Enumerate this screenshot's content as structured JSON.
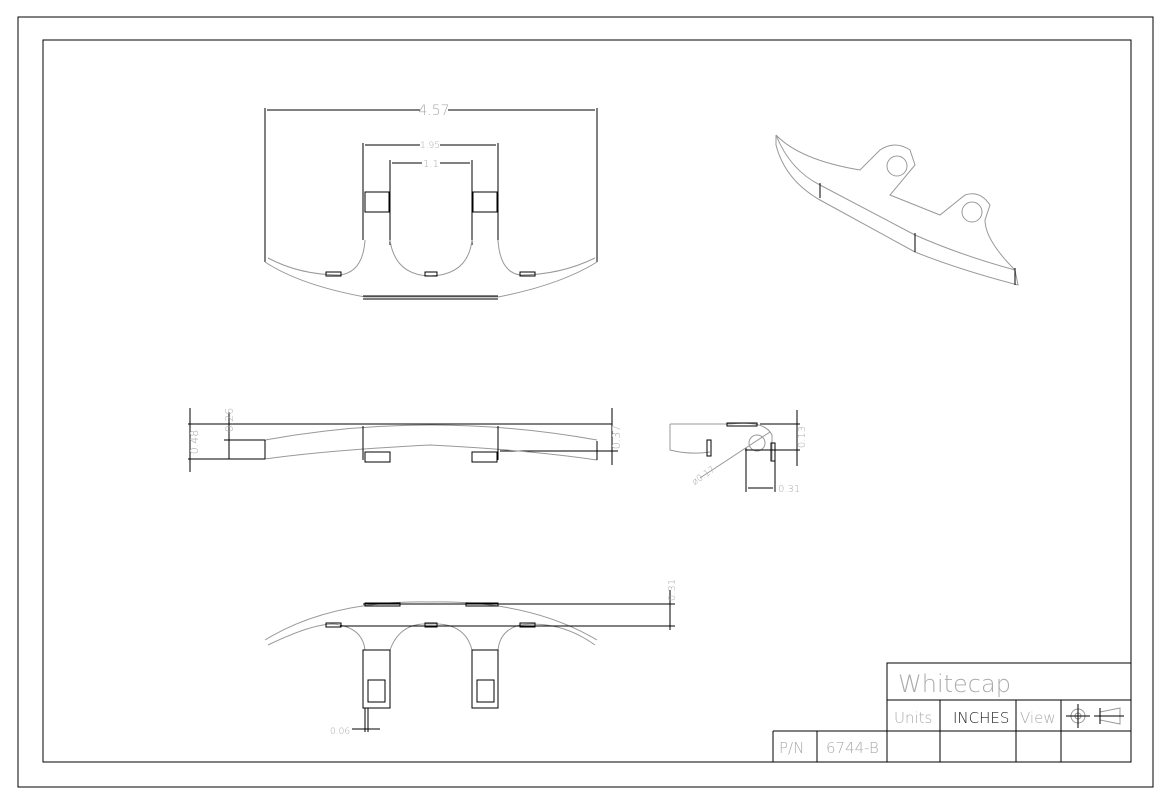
{
  "dimensions": {
    "top_overall": "4.57",
    "top_outer_posts": "1.95",
    "top_inner_posts": "1.1",
    "side_height": "0.48",
    "side_end_height": "0.26",
    "side_right_height": "0.37",
    "end_height": "0.13",
    "end_hole_dia": "ø0.17",
    "end_offset": "0.31",
    "bottom_height": "0.31",
    "bottom_wall": "0.06"
  },
  "title_block": {
    "title": "Whitecap",
    "units_label": "Units",
    "units_value": "INCHES",
    "view_label": "View",
    "view_icon": "third-angle-projection-icon",
    "pn_label": "P/N",
    "pn_value": "6744-B"
  }
}
